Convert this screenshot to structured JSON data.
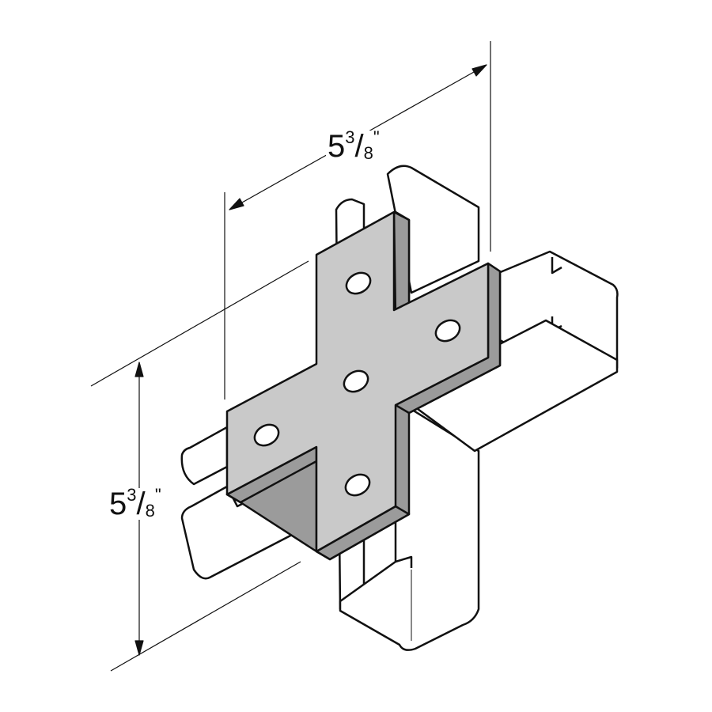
{
  "dimensions": {
    "width": {
      "whole": "5",
      "num": "3",
      "den": "8",
      "unit": "\""
    },
    "height": {
      "whole": "5",
      "num": "3",
      "den": "8",
      "unit": "\""
    }
  },
  "colors": {
    "plate": "#c9c9c9",
    "plate_edge": "#9b9b9b",
    "line": "#111111"
  }
}
